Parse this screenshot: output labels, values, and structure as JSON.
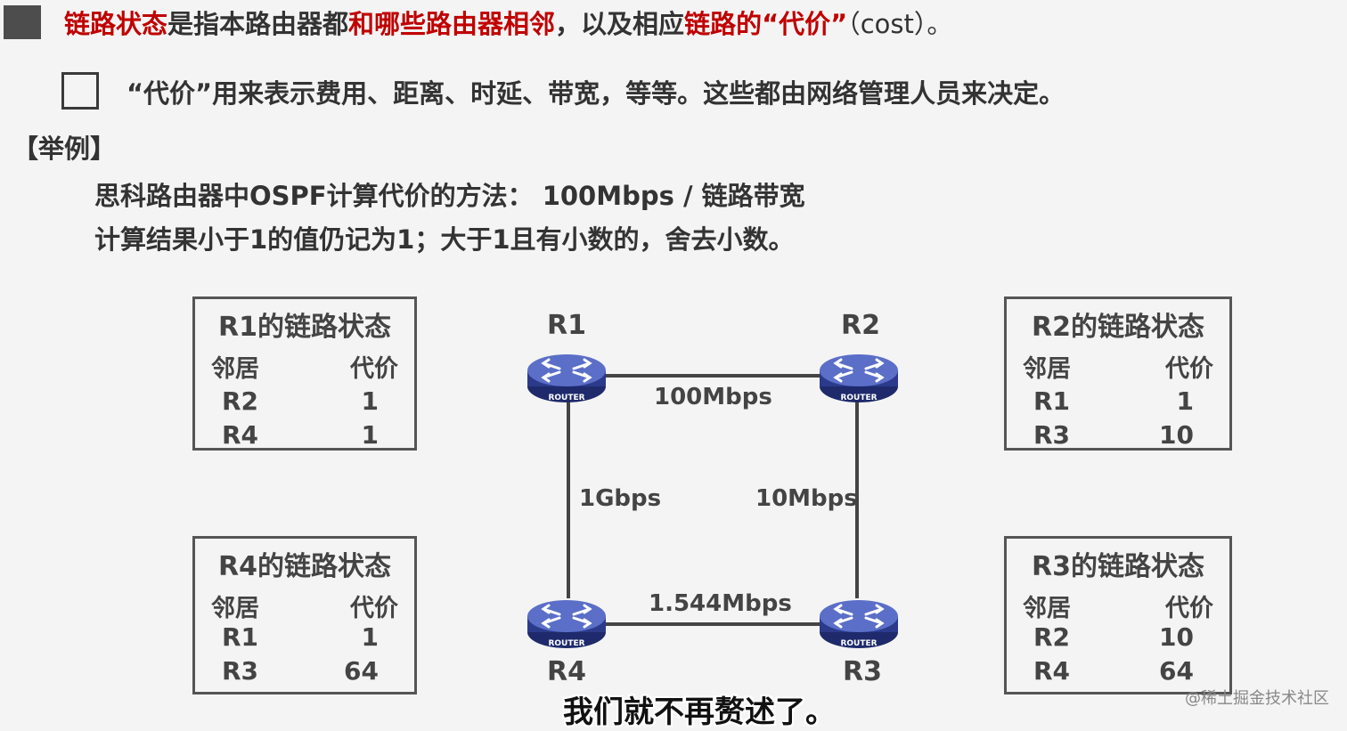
{
  "header": {
    "part1_red": "链路状态",
    "part2": "是指本路由器都",
    "part3_red": "和哪些路由器相邻",
    "part4": "，以及相应",
    "part5_red": "链路的“代价”",
    "part6": "（cost）。"
  },
  "note": "“代价”用来表示费用、距离、时延、带宽，等等。这些都由网络管理人员来决定。",
  "example": {
    "label": "【举例】",
    "line1": "思科路由器中OSPF计算代价的方法： 100Mbps / 链路带宽",
    "line2": "计算结果小于1的值仍记为1；大于1且有小数的，舍去小数。"
  },
  "tables": {
    "headers": {
      "neighbor": "邻居",
      "cost": "代价"
    },
    "r1": {
      "title": "R1的链路状态",
      "rows": [
        {
          "n": "R2",
          "c": "1"
        },
        {
          "n": "R4",
          "c": "1"
        }
      ]
    },
    "r2": {
      "title": "R2的链路状态",
      "rows": [
        {
          "n": "R1",
          "c": "1"
        },
        {
          "n": "R3",
          "c": "10"
        }
      ]
    },
    "r4": {
      "title": "R4的链路状态",
      "rows": [
        {
          "n": "R1",
          "c": "1"
        },
        {
          "n": "R3",
          "c": "64"
        }
      ]
    },
    "r3": {
      "title": "R3的链路状态",
      "rows": [
        {
          "n": "R2",
          "c": "10"
        },
        {
          "n": "R4",
          "c": "64"
        }
      ]
    }
  },
  "routers": {
    "r1": "R1",
    "r2": "R2",
    "r3": "R3",
    "r4": "R4",
    "icon_text": "ROUTER"
  },
  "links": {
    "r1_r2": "100Mbps",
    "r1_r4": "1Gbps",
    "r2_r3": "10Mbps",
    "r4_r3": "1.544Mbps"
  },
  "subtitle": "我们就不再赘述了。",
  "watermark": "@稀土掘金技术社区",
  "colors": {
    "accent_red": "#c00000",
    "router_blue": "#3f52a8",
    "text": "#333333"
  }
}
